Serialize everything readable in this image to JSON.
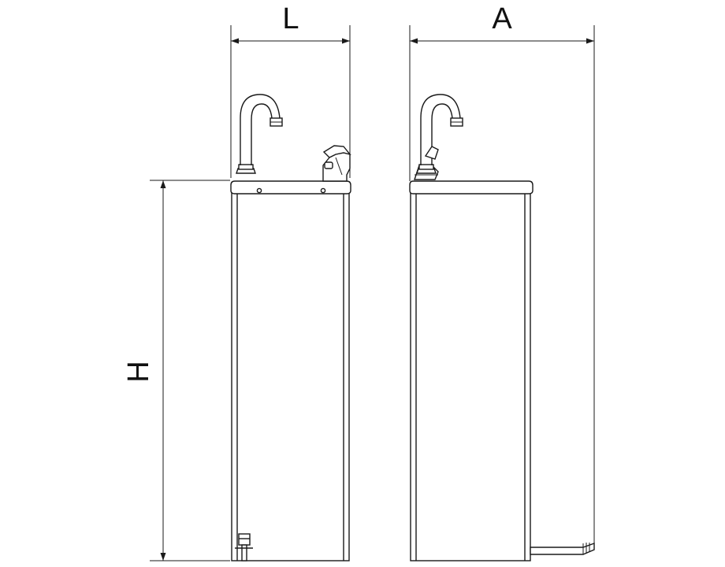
{
  "dimensions": {
    "width_label": "L",
    "depth_label": "A",
    "height_label": "H"
  }
}
